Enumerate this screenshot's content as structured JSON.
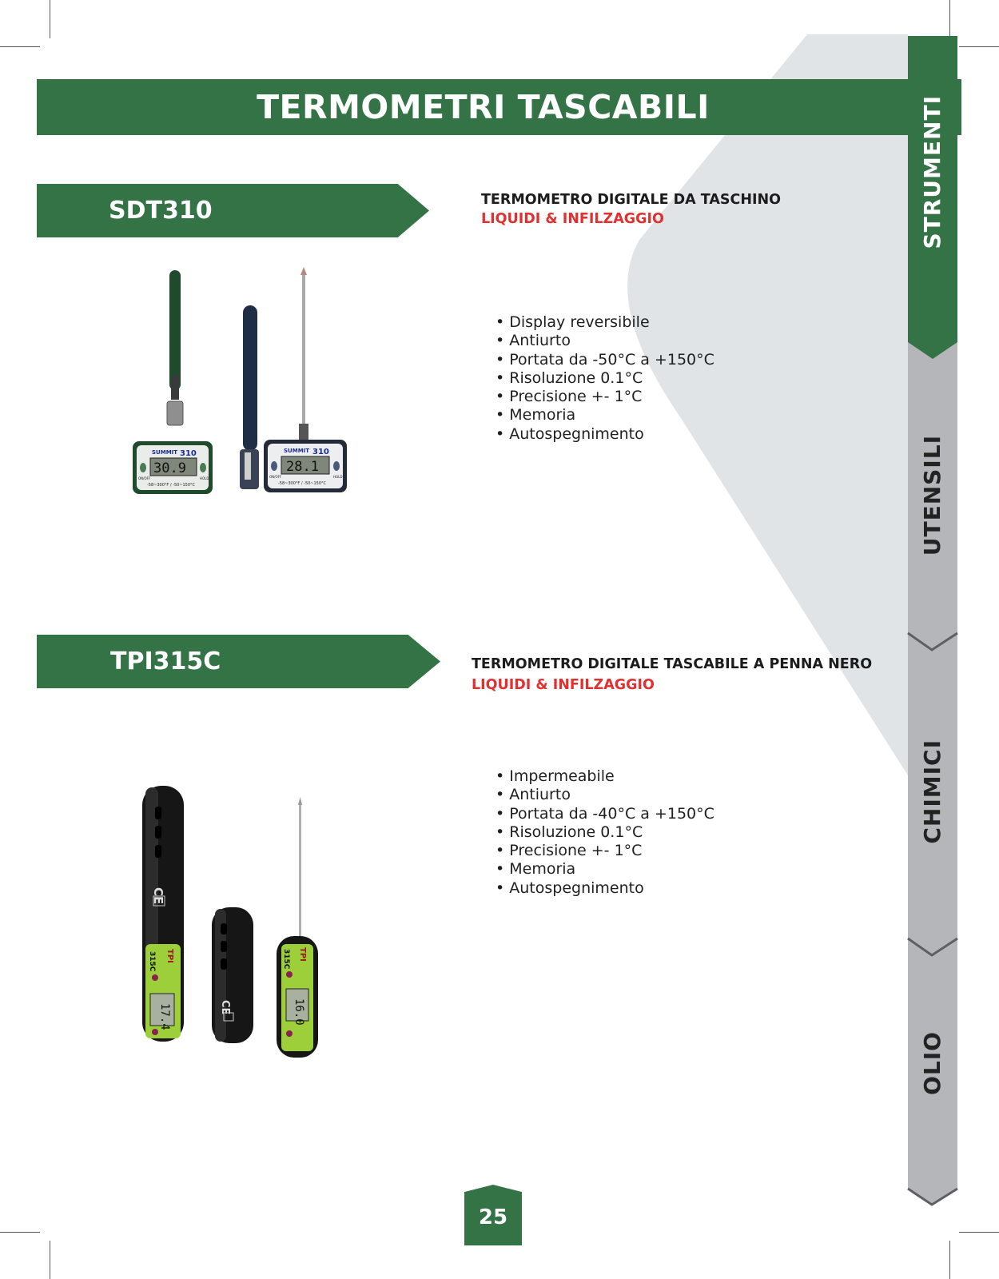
{
  "header": {
    "title": "TERMOMETRI TASCABILI"
  },
  "products": [
    {
      "code": "SDT310",
      "title": "TERMOMETRO DIGITALE DA TASCHINO",
      "subtitle": "LIQUIDI & INFILZAGGIO",
      "features": [
        "Display reversibile",
        "Antiurto",
        "Portata da -50°C a +150°C",
        "Risoluzione 0.1°C",
        "Precisione +- 1°C",
        "Memoria",
        "Autospegnimento"
      ],
      "image": {
        "brand": "SUMMIT",
        "model": "310",
        "readings": [
          "30.9",
          "28.1"
        ],
        "scale": "-58~300°F / -50~150°C",
        "btn_left": "ON/OFF",
        "btn_right": "HOLD"
      }
    },
    {
      "code": "TPI315C",
      "title": "TERMOMETRO DIGITALE TASCABILE A PENNA NERO",
      "subtitle": "LIQUIDI & INFILZAGGIO",
      "features": [
        "Impermeabile",
        "Antiurto",
        "Portata da -40°C a +150°C",
        "Risoluzione 0.1°C",
        "Precisione +- 1°C",
        "Memoria",
        "Autospegnimento"
      ],
      "image": {
        "brand": "TPI",
        "model": "315C",
        "readings": [
          "17.4",
          "16.0"
        ],
        "mark": "CE"
      }
    }
  ],
  "side_tabs": [
    "STRUMENTI",
    "UTENSILI",
    "CHIMICI",
    "OLIO"
  ],
  "page_number": "25",
  "colors": {
    "brand_green": "#337346",
    "accent_red": "#e0302f",
    "tab_gray": "#b4b6ba",
    "bg_shape": "#e1e4e6"
  }
}
